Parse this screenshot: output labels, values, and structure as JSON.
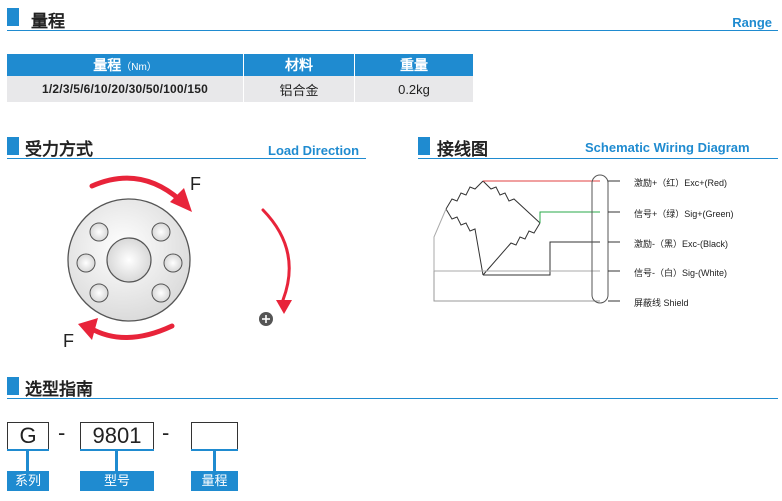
{
  "range_section": {
    "title": "量程",
    "title_en": "Range"
  },
  "spec_table": {
    "headers": {
      "range": "量程",
      "range_unit": "（Nm）",
      "material": "材料",
      "weight": "重量"
    },
    "row": {
      "ranges": "1/2/3/5/6/10/20/30/50/100/150",
      "material": "铝合金",
      "weight": "0.2kg"
    }
  },
  "load_section": {
    "title": "受力方式",
    "title_en": "Load Direction",
    "force_top": "F",
    "force_bottom": "F"
  },
  "wiring_section": {
    "title": "接线图",
    "title_en": "Schematic Wiring Diagram",
    "wires": [
      {
        "label": "激励+（红）Exc+(Red)",
        "color": "#e04040"
      },
      {
        "label": "信号+（绿）Sig+(Green)",
        "color": "#2aa84a"
      },
      {
        "label": "激励-（黑）Exc-(Black)",
        "color": "#333333"
      },
      {
        "label": "信号-（白）Sig-(White)",
        "color": "#aaaaaa"
      },
      {
        "label": "屏蔽线  Shield",
        "color": "#888888"
      }
    ]
  },
  "model_section": {
    "title": "选型指南",
    "boxes": [
      {
        "value": "G",
        "tag": "系列"
      },
      {
        "value": "9801",
        "tag": "型号"
      },
      {
        "value": "",
        "tag": "量程"
      }
    ],
    "separator": "-"
  }
}
